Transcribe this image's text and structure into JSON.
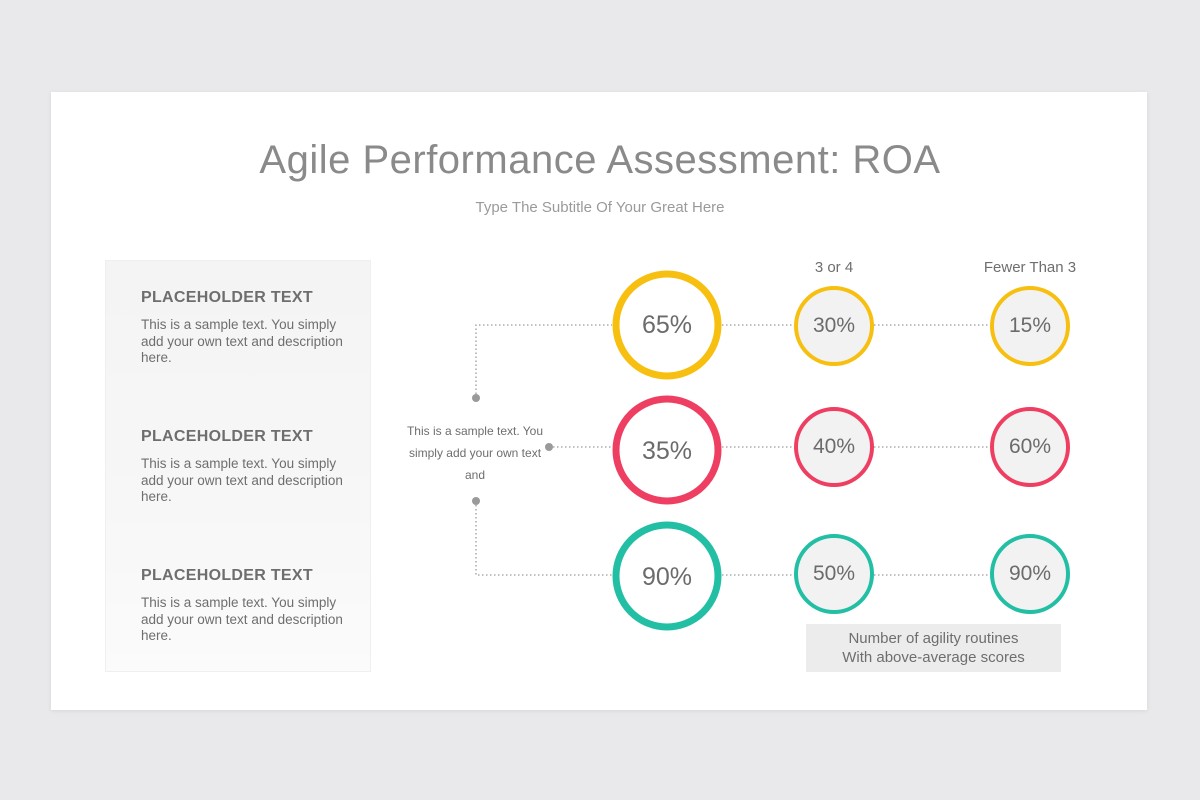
{
  "title": "Agile Performance Assessment: ROA",
  "subtitle": "Type The Subtitle Of Your Great Here",
  "blocks": [
    {
      "title": "PLACEHOLDER TEXT",
      "text": "This is a sample text. You simply add your own text and description here."
    },
    {
      "title": "PLACEHOLDER TEXT",
      "text": "This is a sample text. You simply add your own text and description here."
    },
    {
      "title": "PLACEHOLDER TEXT",
      "text": "This is a sample text. You simply add your own text and description here."
    }
  ],
  "center_text": "This is a sample text. You simply add your own text and",
  "columns": [
    "3 or 4",
    "Fewer Than 3"
  ],
  "rows": [
    {
      "color": "#f7bf0f",
      "values": [
        "65%",
        "30%",
        "15%"
      ]
    },
    {
      "color": "#ee3f62",
      "values": [
        "35%",
        "40%",
        "60%"
      ]
    },
    {
      "color": "#22bfa5",
      "values": [
        "90%",
        "50%",
        "90%"
      ]
    }
  ],
  "note": {
    "line1": "Number of agility routines",
    "line2": "With above-average scores"
  }
}
